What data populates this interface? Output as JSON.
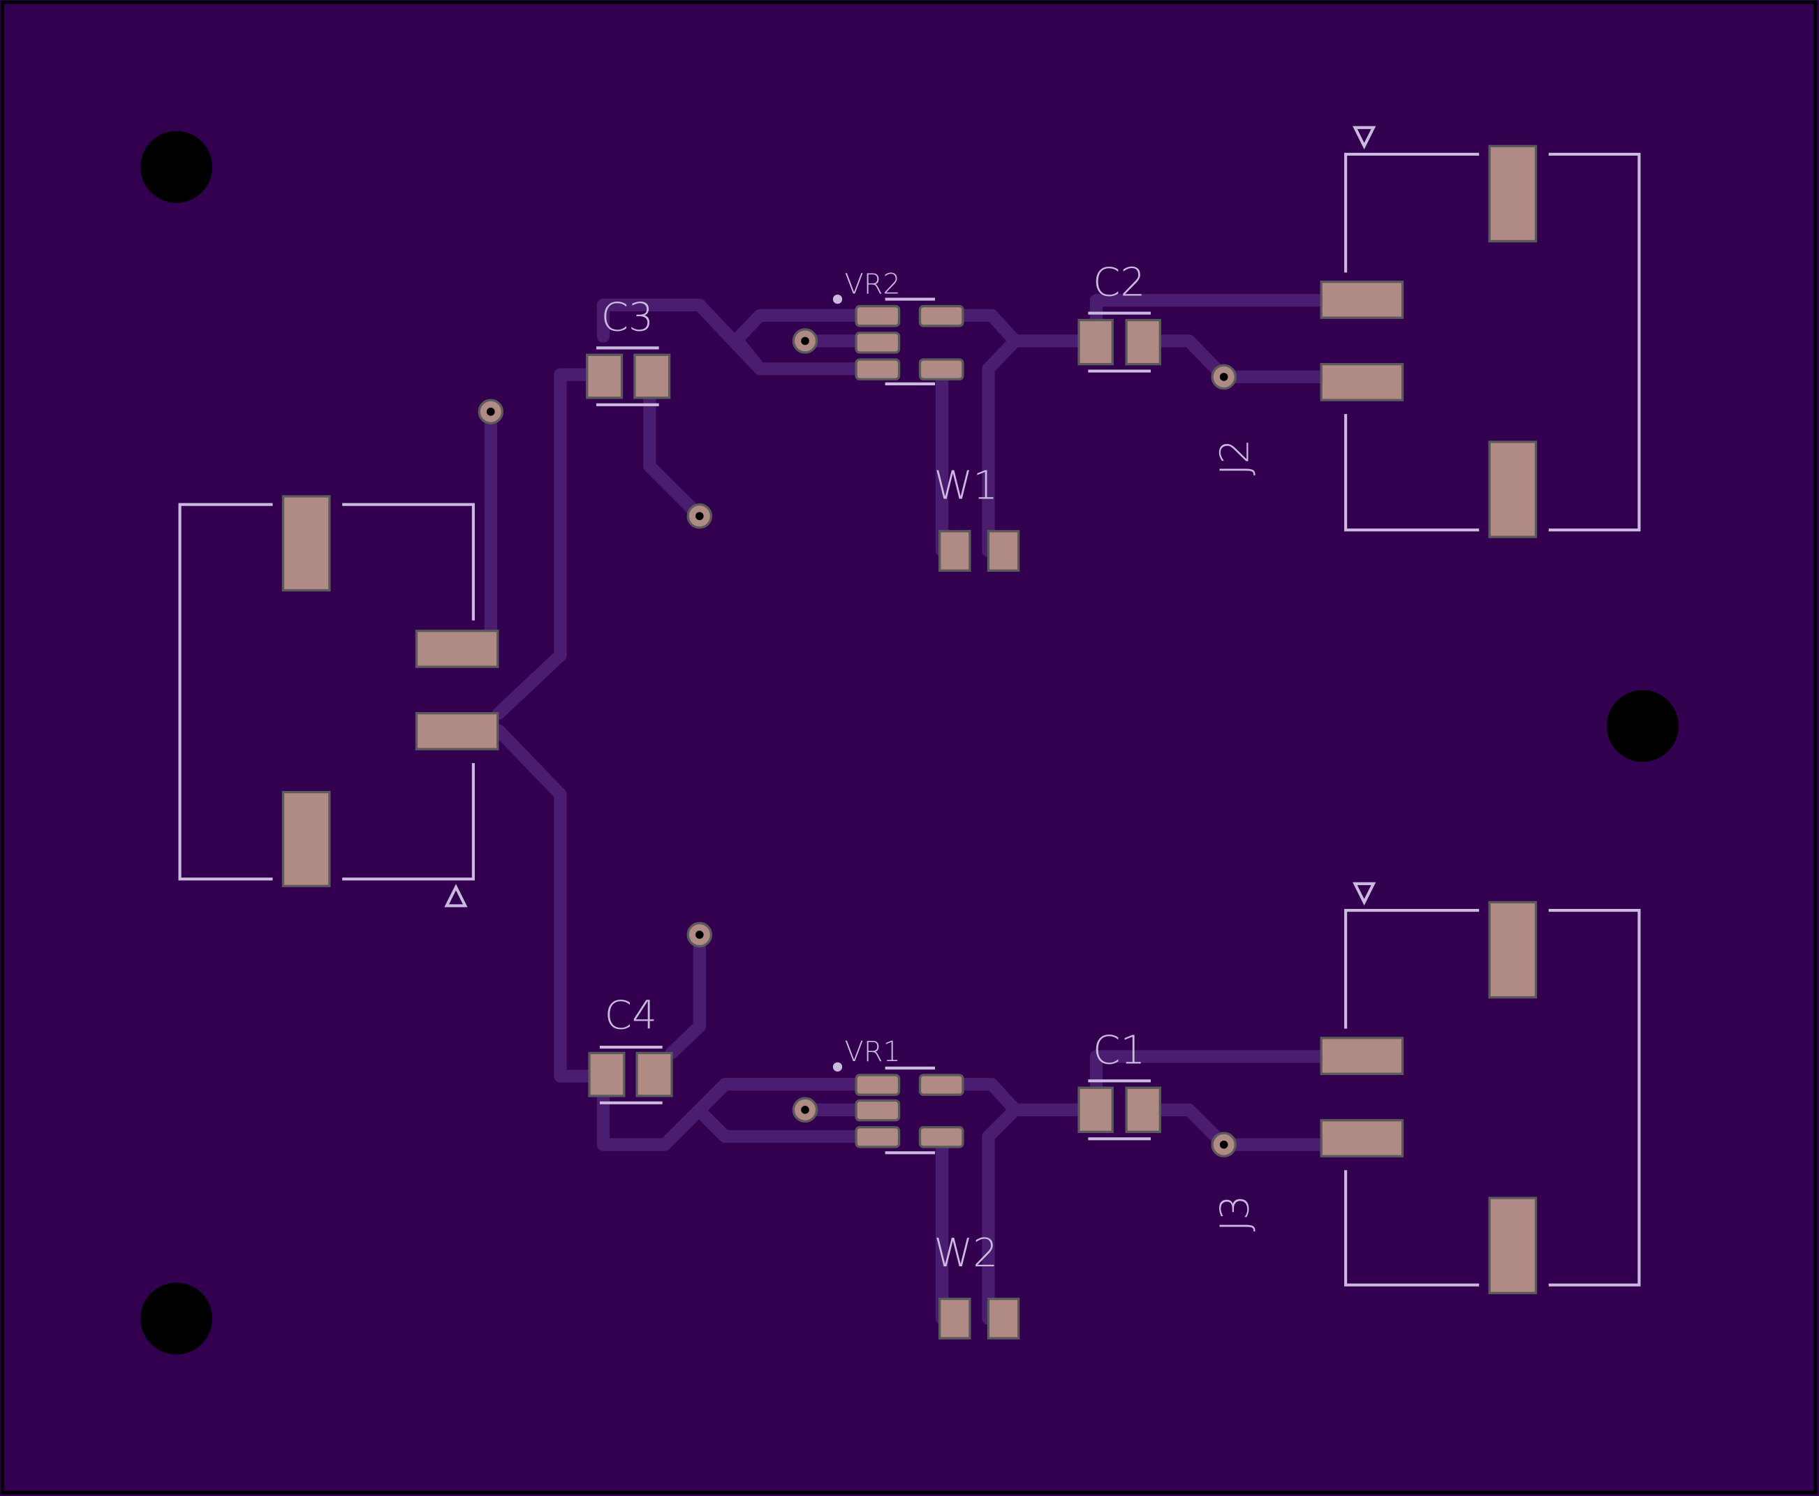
{
  "board": {
    "background": "#33004f",
    "pad_color": "#b08a84",
    "trace_color": "#4a1d70",
    "silkscreen_color": "#cbbadf"
  },
  "labels": {
    "c1": "C1",
    "c2": "C2",
    "c3": "C3",
    "c4": "C4",
    "vr1": "VR1",
    "vr2": "VR2",
    "w1": "W1",
    "w2": "W2",
    "j2": "J2",
    "j3": "J3"
  }
}
